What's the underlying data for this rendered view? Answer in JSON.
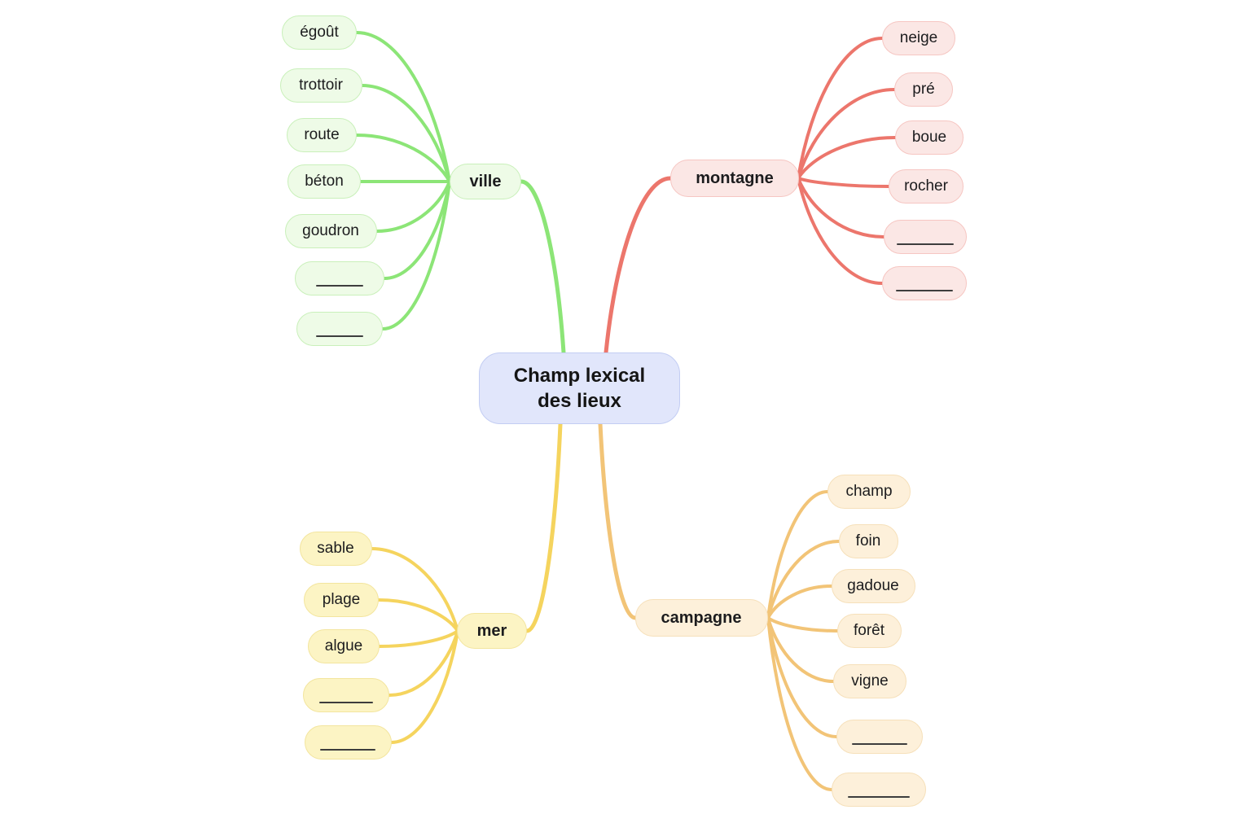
{
  "background_color": "#ffffff",
  "center": {
    "label": "Champ lexical des lieux",
    "fill": "#e1e6fb",
    "border": "#c3cdf3",
    "text_color": "#151515"
  },
  "branches": [
    {
      "id": "ville",
      "label": "ville",
      "fill": "#eefbe7",
      "border": "#c9f0ba",
      "line_color": "#8ce577",
      "children": [
        {
          "label": "égoût"
        },
        {
          "label": "trottoir"
        },
        {
          "label": "route"
        },
        {
          "label": "béton"
        },
        {
          "label": "goudron"
        },
        {
          "blank": true
        },
        {
          "blank": true
        }
      ]
    },
    {
      "id": "montagne",
      "label": "montagne",
      "fill": "#fbe7e5",
      "border": "#f6c6c2",
      "line_color": "#ec766c",
      "children": [
        {
          "label": "neige"
        },
        {
          "label": "pré"
        },
        {
          "label": "boue"
        },
        {
          "label": "rocher"
        },
        {
          "blank": true
        },
        {
          "blank": true
        }
      ]
    },
    {
      "id": "mer",
      "label": "mer",
      "fill": "#fcf4c4",
      "border": "#f3e59e",
      "line_color": "#f5d45e",
      "children": [
        {
          "label": "sable"
        },
        {
          "label": "plage"
        },
        {
          "label": "algue"
        },
        {
          "blank": true
        },
        {
          "blank": true
        }
      ]
    },
    {
      "id": "campagne",
      "label": "campagne",
      "fill": "#fdf0da",
      "border": "#f6e0ba",
      "line_color": "#f2c477",
      "children": [
        {
          "label": "champ"
        },
        {
          "label": "foin"
        },
        {
          "label": "gadoue"
        },
        {
          "label": "forêt"
        },
        {
          "label": "vigne"
        },
        {
          "blank": true
        },
        {
          "blank": true
        }
      ]
    }
  ]
}
